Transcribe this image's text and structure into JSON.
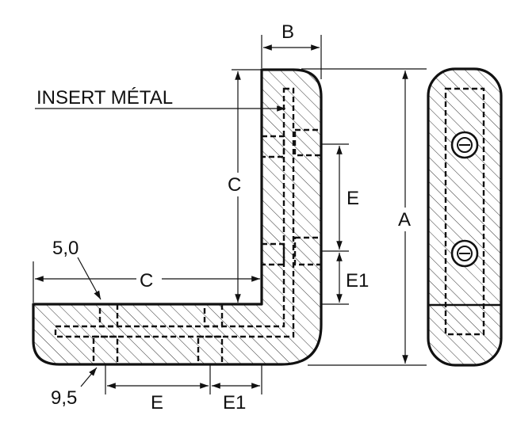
{
  "labels": {
    "insert": "INSERT MÉTAL",
    "a": "A",
    "b": "B",
    "c_vertical": "C",
    "c_horizontal": "C",
    "e_vertical": "E",
    "e1_vertical": "E1",
    "e_horizontal": "E",
    "e1_horizontal": "E1",
    "dim_5_0": "5,0",
    "dim_9_5": "9,5"
  },
  "colors": {
    "line": "#111111",
    "background": "#ffffff"
  }
}
